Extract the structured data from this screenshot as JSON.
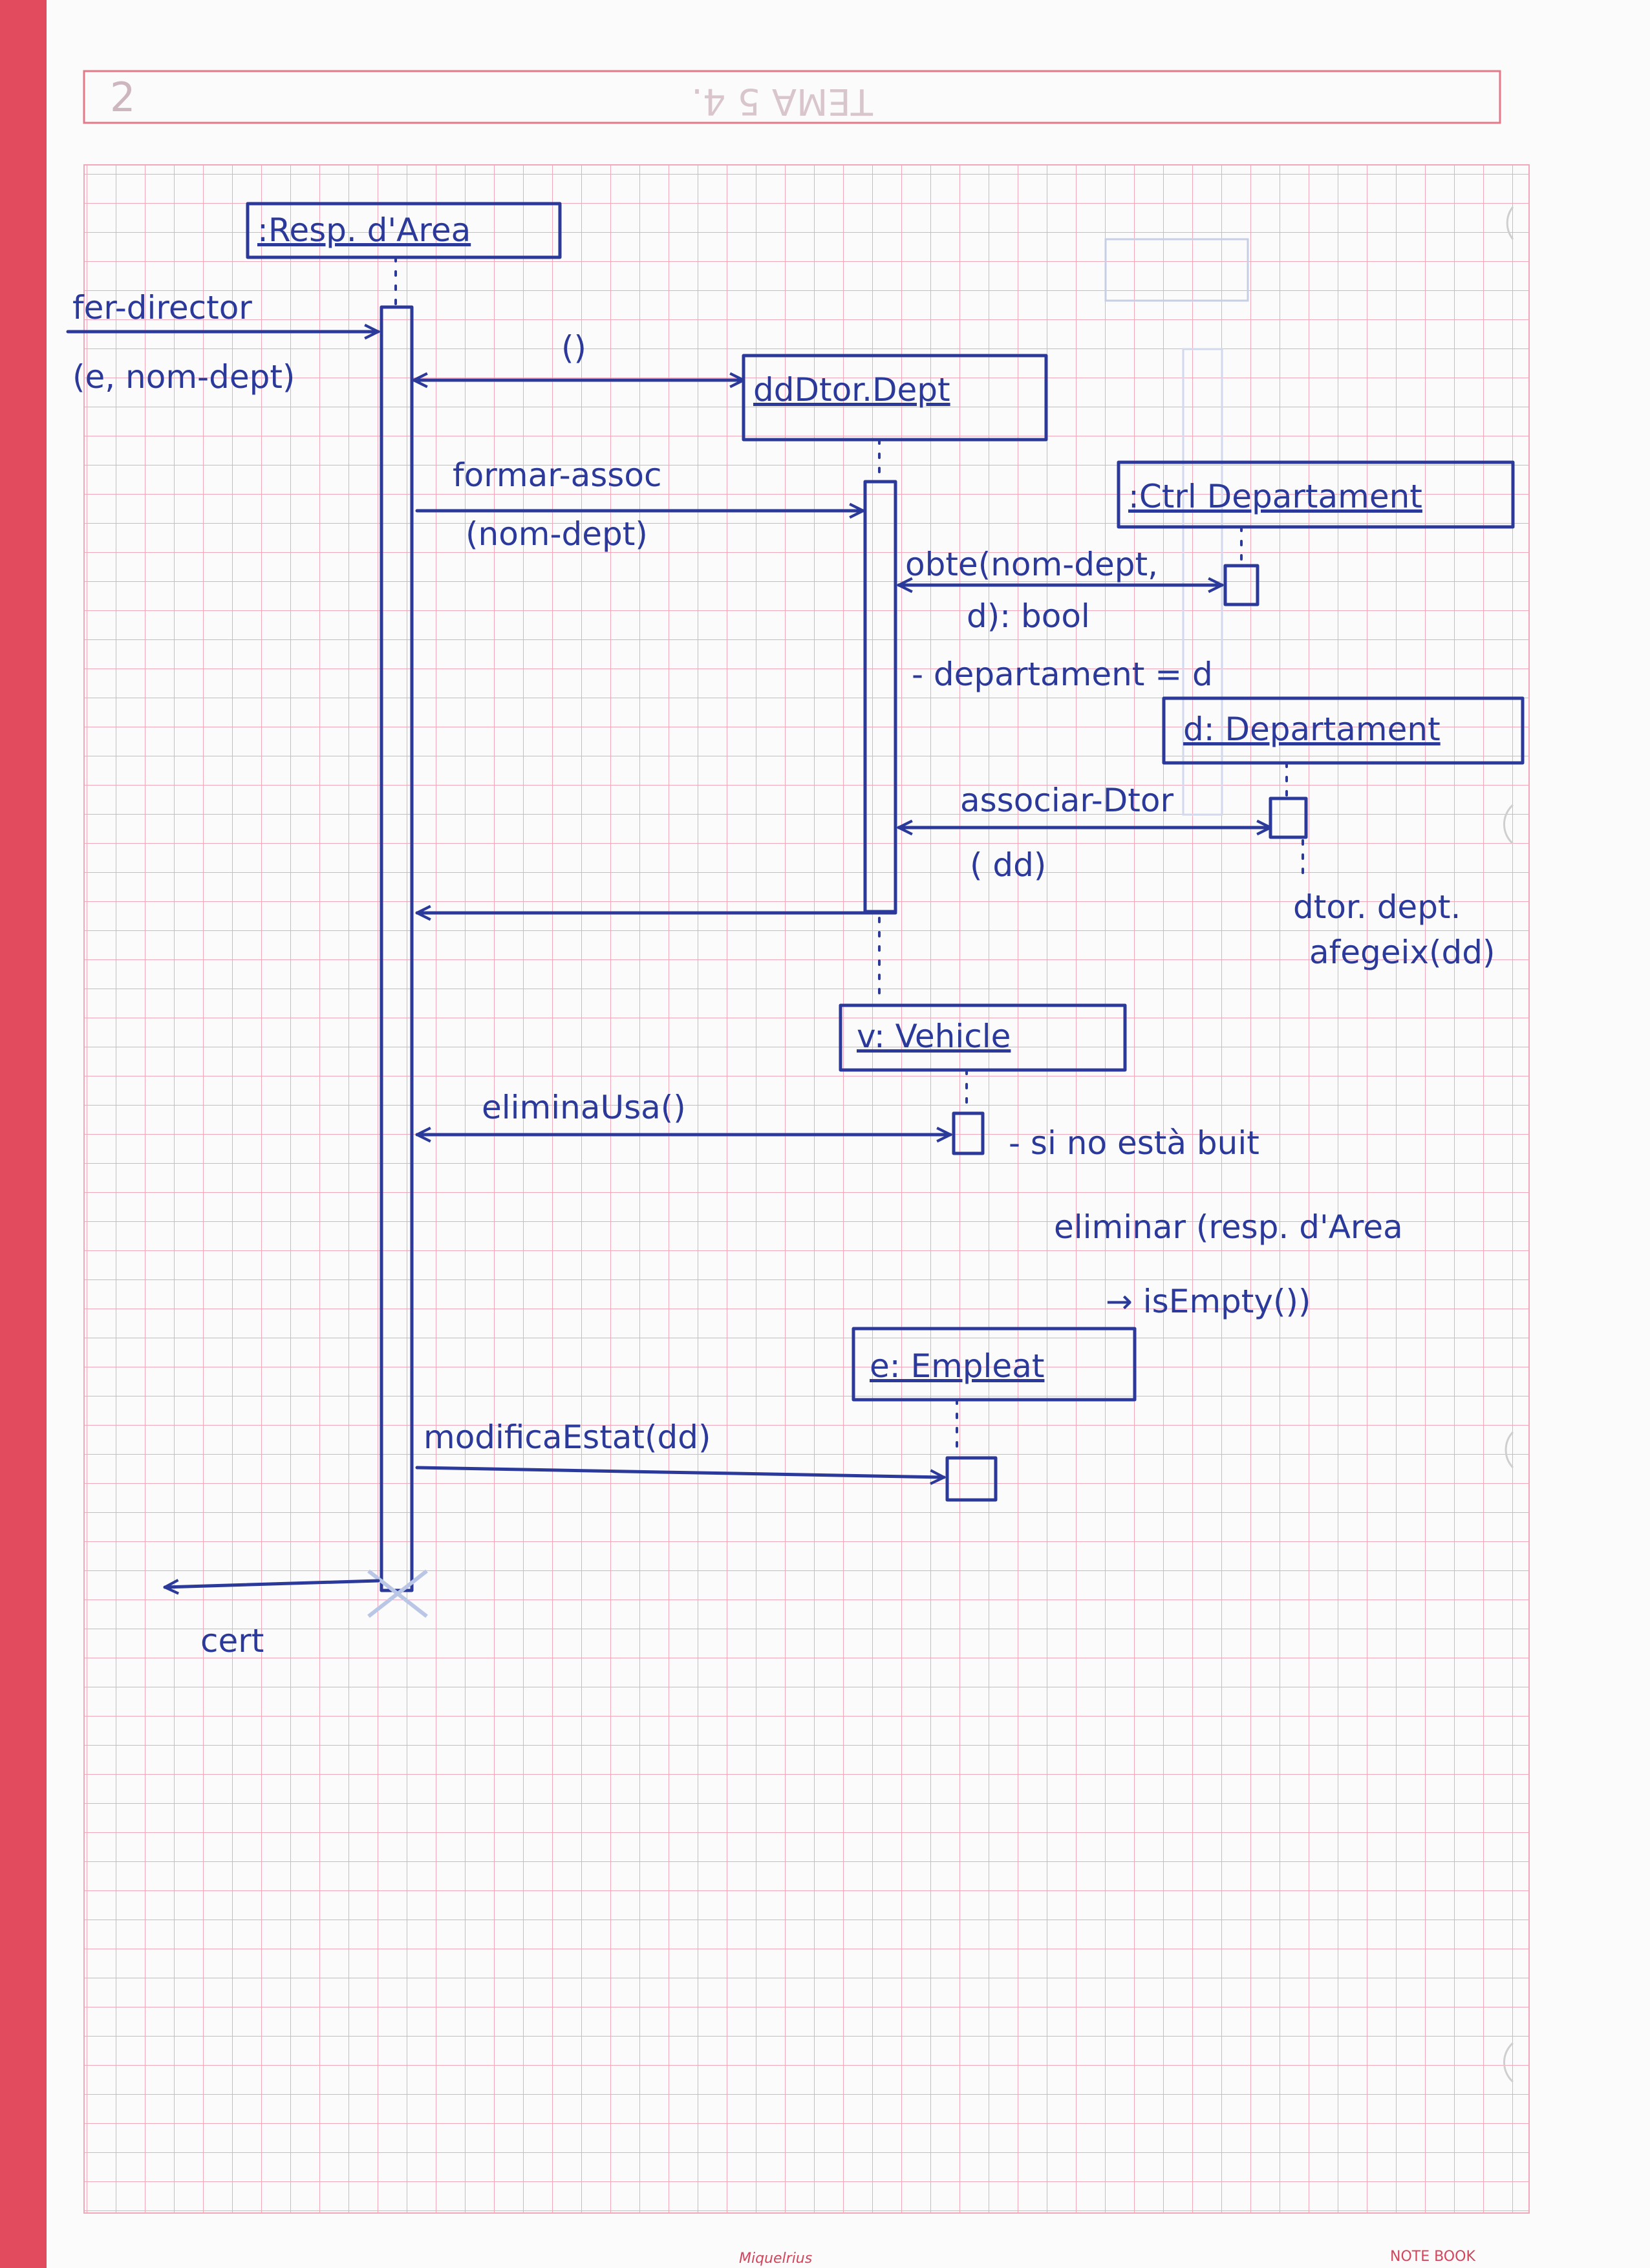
{
  "header": {
    "page_number": "2",
    "heading": "TEMA 5 4."
  },
  "lifelines": {
    "resp_area": ":Resp. d'Area",
    "ddtor_dept": "ddDtor.Dept",
    "ctrl_dept": ":Ctrl Departament",
    "departament": "d: Departament",
    "vehicle": "v: Vehicle",
    "empleat": "e: Empleat"
  },
  "messages": {
    "fer_director": "fer-director",
    "fer_director_args": "(e, nom-dept)",
    "create_call": "()",
    "formar_assoc": "formar-assoc",
    "formar_assoc_args": "(nom-dept)",
    "obte_line1": "obte(nom-dept,",
    "obte_line2": "d): bool",
    "departament_assign": "- departament = d",
    "associar_dtor": "associar-Dtor",
    "associar_dtor_args": "( dd)",
    "afegeix_line1": "dtor. dept.",
    "afegeix_line2": "afegeix(dd)",
    "elimina_usa": "eliminaUsa()",
    "note_line1": "- si no està buit",
    "note_line2": "eliminar (resp. d'Area",
    "note_line3": "→ isEmpty())",
    "modifica_estat": "modificaEstat(dd)",
    "return_value": "cert"
  },
  "footer": {
    "brand": "Miquelrius",
    "notebook": "NOTE BOOK"
  },
  "colors": {
    "ink": "#2b3a9a",
    "margin_band": "#e24a5e",
    "grid_line": "#f0a2b4",
    "paper": "#fbfbfb"
  }
}
